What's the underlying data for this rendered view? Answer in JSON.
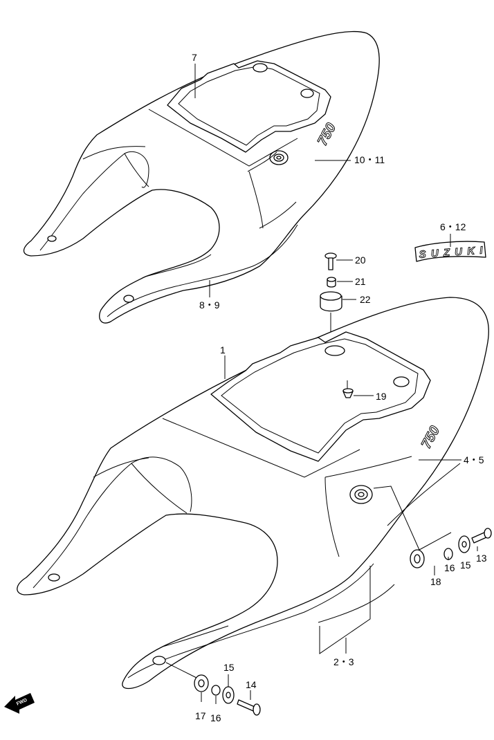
{
  "diagram": {
    "callouts": {
      "c1": "1",
      "c7": "7",
      "c10_11": "10・11",
      "c8_9": "8・9",
      "c6_12": "6・12",
      "c20": "20",
      "c21": "21",
      "c22": "22",
      "c19": "19",
      "c4_5": "4・5",
      "c13": "13",
      "c15a": "15",
      "c16a": "16",
      "c18": "18",
      "c2_3": "2・3",
      "c15b": "15",
      "c14": "14",
      "c17": "17",
      "c16b": "16"
    },
    "badge_text": "SUZUKI",
    "model_mark": "750",
    "direction_label": "FWD"
  }
}
